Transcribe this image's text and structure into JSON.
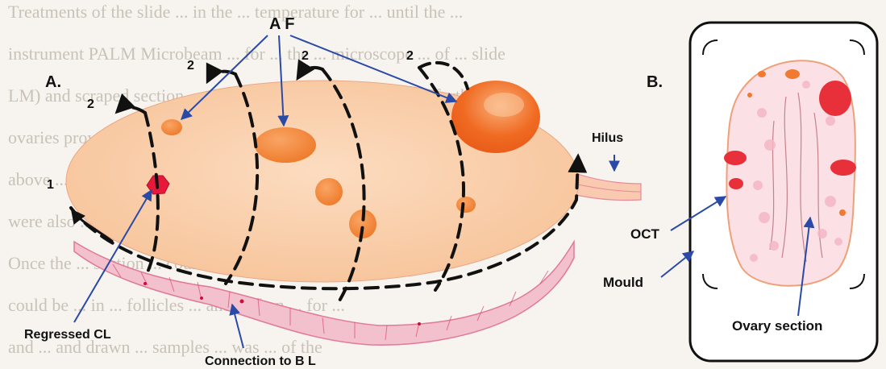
{
  "panel_a": {
    "letter": "A.",
    "labels": {
      "af": "A F",
      "hilus": "Hilus",
      "regressed_cl": "Regressed CL",
      "connection": "Connection to B L",
      "one": "1",
      "two": "2"
    }
  },
  "panel_b": {
    "letter": "B.",
    "labels": {
      "oct": "OCT",
      "mould": "Mould",
      "ovary_section": "Ovary section"
    }
  },
  "background_text": [
    "Treatments of the slide ... in the ... temperature for ... until the ...",
    "instrument PALM Microbeam ... for ... the ... microscope ... of ... slide",
    "LM) and scraped section ... ovary ... the ... follicles ... for ... further",
    "ovaries provide ... the ... ovary ... of ... further",
    "above ... the ... section ... the ... of ... on ... was ...",
    "were also ... and ... the ... this ... were ... ",
    "Once the ... section ... could be ... the ... on ... of ...",
    "could be ... in ... follicles ... and ... then ... for ...",
    "and ... and drawn ... samples ... was ... of the"
  ],
  "colors": {
    "ovary_fill": "#fbd2b0",
    "follicle": "#f08a3c",
    "follicle_large": "#f26a23",
    "corpus_luteum": "#e8183a",
    "arrow_blue": "#2b4aa8",
    "ligament": "#f2b8c8"
  }
}
